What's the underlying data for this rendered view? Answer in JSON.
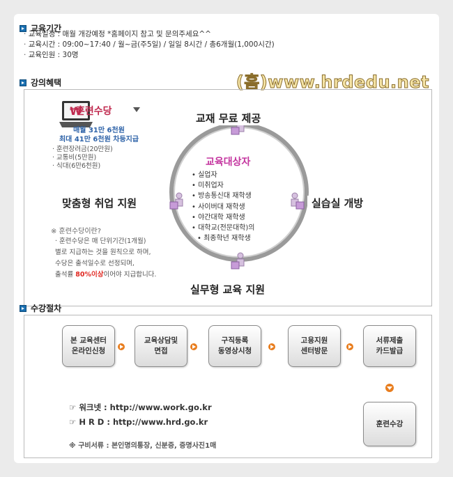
{
  "sections": {
    "period_title": "교육기간",
    "benefit_title": "강의혜택",
    "process_title": "수강절차"
  },
  "info": [
    "교육일정 : 매월 개강예정 *홈페이지 참고 및 문의주세요^^",
    "교육시간 : 09:00~17:40 / 월~금(주5일) / 일일 8시간 / 총6개월(1,000시간)",
    "교육인원 : 30명"
  ],
  "site_logo": "(홈)www.hrdedu.net",
  "benefits": {
    "top": "교재 무료 제공",
    "right": "실습실 개방",
    "bottom": "실무형 교육 지원",
    "left": "맞춤형 취업 지원"
  },
  "target": {
    "title": "교육대상자",
    "items": [
      "실업자",
      "미취업자",
      "방송통신대 재학생",
      "사이버대 재학생",
      "야간대학 재학생",
      "대학교(전문대학)의",
      "최종학년 재학생"
    ]
  },
  "allowance": {
    "currency_icon": "won-sign-icon",
    "title": "훈련수당",
    "amount_line1": "매월 31만 6천원",
    "amount_line2": "최대 41만 6천원 차등지급",
    "items": [
      "훈련장려금(20만원)",
      "교통비(5만원)",
      "식대(6만6천원)"
    ],
    "note_title": "※ 훈련수당이란?",
    "note_line1": "· 훈련수당은 매 단위기간(1개월)",
    "note_line2": "별로 지급하는 것을 원칙으로 하며,",
    "note_line3": "수당은 출석일수로 선정되며,",
    "note_line4_pre": "출석률 ",
    "note_line4_hl": "80%이상",
    "note_line4_post": "이어야 지급합니다."
  },
  "process": {
    "steps": [
      "본 교육센터\n온라인신청",
      "교육상담및\n면접",
      "구직등록\n동영상시청",
      "고용지원\n센터방문",
      "서류제출\n카드발급",
      "훈련수강"
    ],
    "link_work": "☞ 워크넷 : http://www.work.go.kr",
    "link_hrd": "☞ H R D : http://www.hrd.go.kr",
    "docs": "※ 구비서류 : 본인명의통장, 신분증, 증명사진1매"
  },
  "colors": {
    "accent_blue": "#1a6fb0",
    "orange_arrow": "#e87d1e",
    "target_pink": "#c4359f",
    "allowance_red": "#c02a4f",
    "highlight_red": "#e0261f"
  }
}
